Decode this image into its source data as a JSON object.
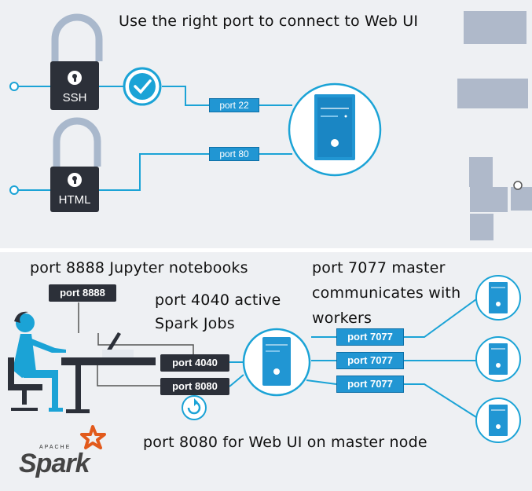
{
  "top_panel": {
    "title": "Use the right port to connect to Web UI",
    "locks": [
      {
        "label": "SSH"
      },
      {
        "label": "HTML"
      }
    ],
    "ports": [
      {
        "label": "port 22"
      },
      {
        "label": "port 80"
      }
    ]
  },
  "bottom_panel": {
    "jupyter_caption": "port 8888 Jupyter notebooks",
    "active_jobs_caption_line1": "port 4040 active",
    "active_jobs_caption_line2": "Spark Jobs",
    "master_caption_line1": "port 7077 master",
    "master_caption_line2": "communicates with",
    "master_caption_line3": "workers",
    "webui_caption": "port 8080 for Web UI on master node",
    "client_ports": [
      {
        "label": "port 8888"
      },
      {
        "label": "port 4040"
      },
      {
        "label": "port 8080"
      }
    ],
    "worker_ports": [
      {
        "label": "port 7077"
      },
      {
        "label": "port 7077"
      },
      {
        "label": "port 7077"
      }
    ],
    "logo": {
      "small": "APACHE",
      "big": "Spark"
    }
  },
  "colors": {
    "accent_blue": "#2196d3",
    "line_blue": "#1ba3d6",
    "dark_box": "#2c3039",
    "panel_bg": "#eef0f3",
    "spark_orange": "#e25a1c"
  },
  "icons": [
    "lock-icon",
    "checkmark-icon",
    "server-icon",
    "person-at-desk-icon",
    "refresh-icon",
    "spark-star-icon"
  ]
}
